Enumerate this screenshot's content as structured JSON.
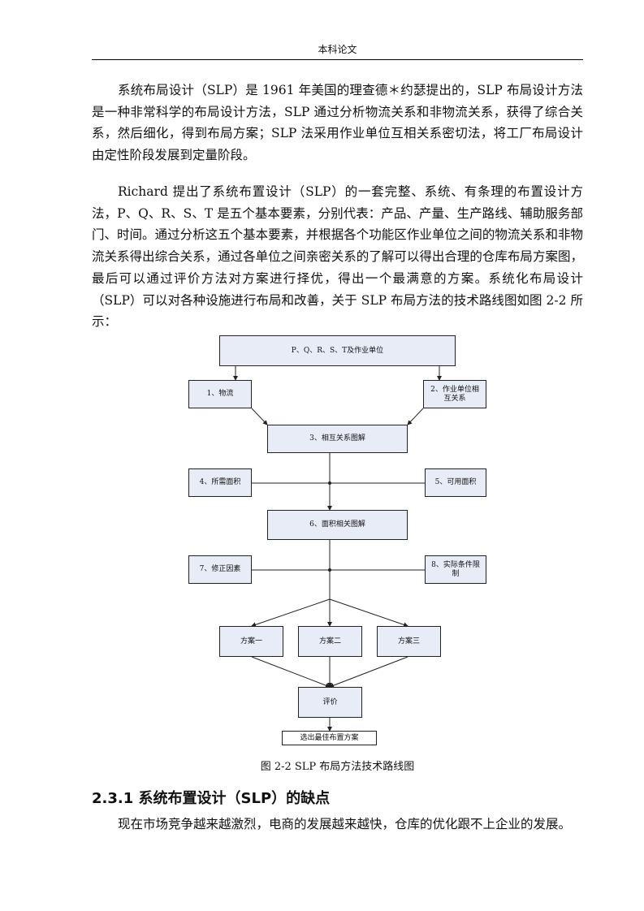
{
  "header": {
    "title": "本科论文"
  },
  "paragraphs": {
    "p1": "系统布局设计（SLP）是 1961 年美国的理查德＊约瑟提出的，SLP 布局设计方法是一种非常科学的布局设计方法，SLP 通过分析物流关系和非物流关系，获得了综合关系，然后细化，得到布局方案；SLP 法采用作业单位互相关系密切法，将工厂布局设计由定性阶段发展到定量阶段。",
    "p2": "Richard 提出了系统布置设计（SLP）的一套完整、系统、有条理的布置设计方法，P、Q、R、S、T 是五个基本要素，分别代表：产品、产量、生产路线、辅助服务部门、时间。通过分析这五个基本要素，并根据各个功能区作业单位之间的物流关系和非物流关系得出综合关系，通过各单位之间亲密关系的了解可以得出合理的仓库布局方案图，最后可以通过评价方法对方案进行择优，得出一个最满意的方案。系统化布局设计（SLP）可以对各种设施进行布局和改善，关于 SLP 布局方法的技术路线图如图 2-2 所示：",
    "p3": "现在市场竞争越来越激烈，电商的发展越来越快，仓库的优化跟不上企业的发展。"
  },
  "flowchart": {
    "top": "P、Q、R、S、T及作业单位",
    "n1": "1、物流",
    "n2": "2、作业单位相互关系",
    "n3": "3、相互关系图解",
    "n4": "4、所需面积",
    "n5": "5、可用面积",
    "n6": "6、面积相关图解",
    "n7": "7、修正因素",
    "n8": "8、实际条件限制",
    "s1": "方案一",
    "s2": "方案二",
    "s3": "方案三",
    "eval": "评价",
    "best": "选出最佳布置方案"
  },
  "figure": {
    "caption": "图 2-2 SLP 布局方法技术路线图"
  },
  "section": {
    "heading": "2.3.1 系统布置设计（SLP）的缺点"
  }
}
